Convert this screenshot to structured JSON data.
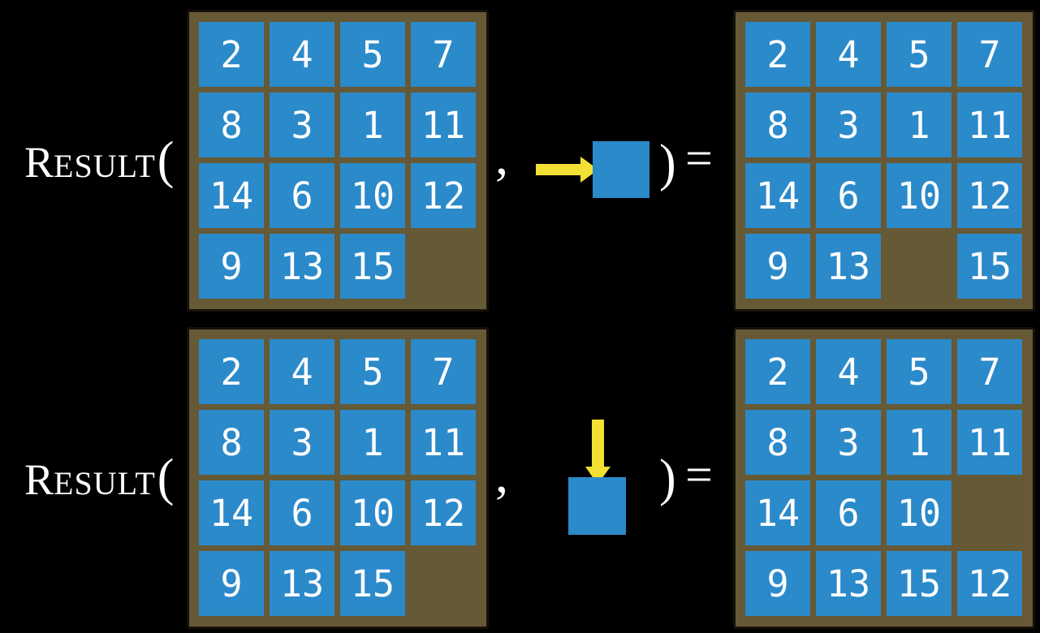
{
  "colors": {
    "background": "#000000",
    "board": "#665935",
    "board_border": "#16100a",
    "tile_blue": "#2b8aca",
    "arrow_yellow": "#f2e034",
    "text_white": "#ffffff"
  },
  "figure": {
    "function_name_initial": "R",
    "function_name_rest": "ESULT",
    "open_paren": "(",
    "comma": ",",
    "close_paren": ")",
    "equals": "="
  },
  "rows": [
    {
      "id": "move-right-example",
      "action": {
        "icon": "arrow-right-icon",
        "direction": "right"
      },
      "input_board": {
        "tiles": [
          "2",
          "4",
          "5",
          "7",
          "8",
          "3",
          "1",
          "11",
          "14",
          "6",
          "10",
          "12",
          "9",
          "13",
          "15",
          ""
        ]
      },
      "output_board": {
        "tiles": [
          "2",
          "4",
          "5",
          "7",
          "8",
          "3",
          "1",
          "11",
          "14",
          "6",
          "10",
          "12",
          "9",
          "13",
          "",
          "15"
        ]
      }
    },
    {
      "id": "move-down-example",
      "action": {
        "icon": "arrow-down-icon",
        "direction": "down"
      },
      "input_board": {
        "tiles": [
          "2",
          "4",
          "5",
          "7",
          "8",
          "3",
          "1",
          "11",
          "14",
          "6",
          "10",
          "12",
          "9",
          "13",
          "15",
          ""
        ]
      },
      "output_board": {
        "tiles": [
          "2",
          "4",
          "5",
          "7",
          "8",
          "3",
          "1",
          "11",
          "14",
          "6",
          "10",
          "",
          "9",
          "13",
          "15",
          "12"
        ]
      }
    }
  ]
}
